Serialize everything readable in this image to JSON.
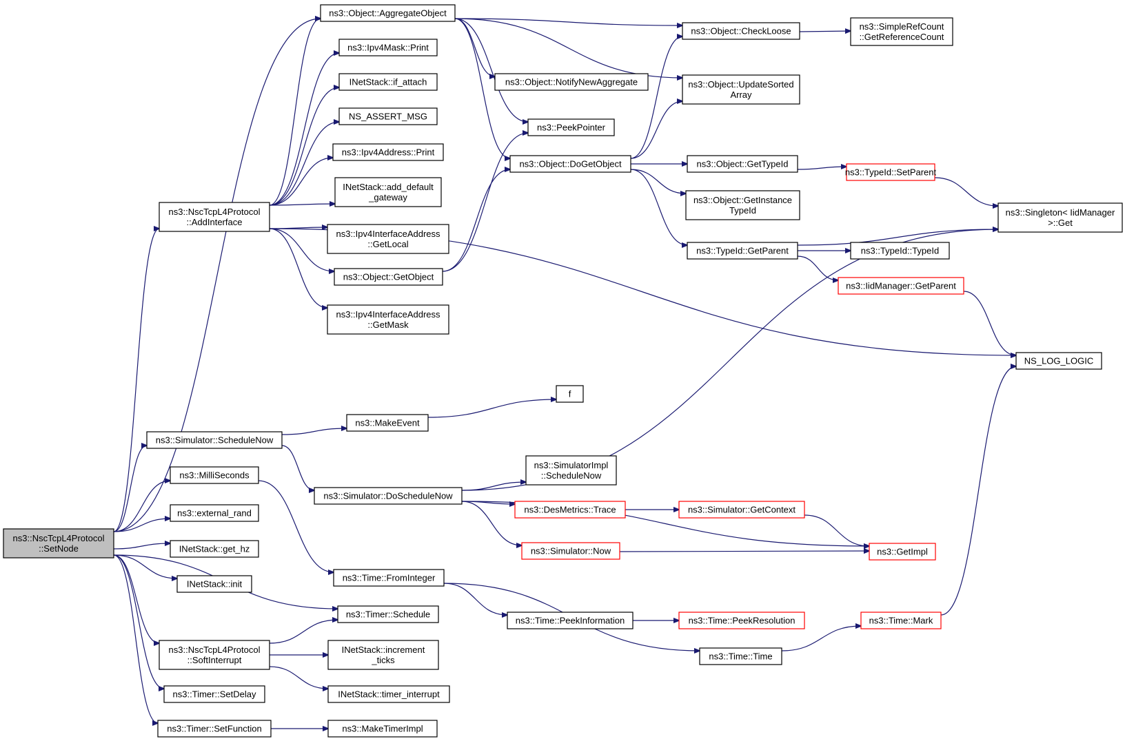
{
  "graph": {
    "root": "ns3::NscTcpL4Protocol\n::SetNode",
    "nodes": [
      {
        "id": "setnode",
        "label": "ns3::NscTcpL4Protocol\n::SetNode",
        "style": "root"
      },
      {
        "id": "aggregate",
        "label": "ns3::Object::AggregateObject"
      },
      {
        "id": "maskprint",
        "label": "ns3::Ipv4Mask::Print"
      },
      {
        "id": "ifattach",
        "label": "INetStack::if_attach"
      },
      {
        "id": "assert",
        "label": "NS_ASSERT_MSG"
      },
      {
        "id": "addrprint",
        "label": "ns3::Ipv4Address::Print"
      },
      {
        "id": "adddefgw",
        "label": "INetStack::add_default\n_gateway"
      },
      {
        "id": "addiface",
        "label": "ns3::NscTcpL4Protocol\n::AddInterface"
      },
      {
        "id": "getlocal",
        "label": "ns3::Ipv4InterfaceAddress\n::GetLocal"
      },
      {
        "id": "getobject",
        "label": "ns3::Object::GetObject"
      },
      {
        "id": "getmask",
        "label": "ns3::Ipv4InterfaceAddress\n::GetMask"
      },
      {
        "id": "notify",
        "label": "ns3::Object::NotifyNewAggregate"
      },
      {
        "id": "peekptr",
        "label": "ns3::PeekPointer"
      },
      {
        "id": "dogetobj",
        "label": "ns3::Object::DoGetObject"
      },
      {
        "id": "checkloose",
        "label": "ns3::Object::CheckLoose"
      },
      {
        "id": "refcount",
        "label": "ns3::SimpleRefCount\n::GetReferenceCount"
      },
      {
        "id": "updsorted",
        "label": "ns3::Object::UpdateSorted\nArray"
      },
      {
        "id": "gettypeid",
        "label": "ns3::Object::GetTypeId"
      },
      {
        "id": "getinsttid",
        "label": "ns3::Object::GetInstance\nTypeId"
      },
      {
        "id": "tidgetparent",
        "label": "ns3::TypeId::GetParent"
      },
      {
        "id": "setparent",
        "label": "ns3::TypeId::SetParent",
        "style": "red"
      },
      {
        "id": "singleton",
        "label": "ns3::Singleton< IidManager\n>::Get"
      },
      {
        "id": "typeidctor",
        "label": "ns3::TypeId::TypeId"
      },
      {
        "id": "iidgetparent",
        "label": "ns3::IidManager::GetParent",
        "style": "red"
      },
      {
        "id": "nslog",
        "label": "NS_LOG_LOGIC"
      },
      {
        "id": "f",
        "label": "f"
      },
      {
        "id": "makeevent",
        "label": "ns3::MakeEvent"
      },
      {
        "id": "schednow",
        "label": "ns3::Simulator::ScheduleNow"
      },
      {
        "id": "millis",
        "label": "ns3::MilliSeconds"
      },
      {
        "id": "doschednow",
        "label": "ns3::Simulator::DoScheduleNow"
      },
      {
        "id": "implsched",
        "label": "ns3::SimulatorImpl\n::ScheduleNow"
      },
      {
        "id": "extrand",
        "label": "ns3::external_rand"
      },
      {
        "id": "destrace",
        "label": "ns3::DesMetrics::Trace",
        "style": "red"
      },
      {
        "id": "getcontext",
        "label": "ns3::Simulator::GetContext",
        "style": "red"
      },
      {
        "id": "gethz",
        "label": "INetStack::get_hz"
      },
      {
        "id": "simnow",
        "label": "ns3::Simulator::Now",
        "style": "red"
      },
      {
        "id": "getimpl",
        "label": "ns3::GetImpl",
        "style": "red"
      },
      {
        "id": "init",
        "label": "INetStack::init"
      },
      {
        "id": "fromint",
        "label": "ns3::Time::FromInteger"
      },
      {
        "id": "timersched",
        "label": "ns3::Timer::Schedule"
      },
      {
        "id": "peekinfo",
        "label": "ns3::Time::PeekInformation"
      },
      {
        "id": "peekres",
        "label": "ns3::Time::PeekResolution",
        "style": "red"
      },
      {
        "id": "timemark",
        "label": "ns3::Time::Mark",
        "style": "red"
      },
      {
        "id": "softint",
        "label": "ns3::NscTcpL4Protocol\n::SoftInterrupt"
      },
      {
        "id": "incticks",
        "label": "INetStack::increment\n_ticks"
      },
      {
        "id": "timetime",
        "label": "ns3::Time::Time"
      },
      {
        "id": "setdelay",
        "label": "ns3::Timer::SetDelay"
      },
      {
        "id": "timerint",
        "label": "INetStack::timer_interrupt"
      },
      {
        "id": "setfunc",
        "label": "ns3::Timer::SetFunction"
      },
      {
        "id": "maketimer",
        "label": "ns3::MakeTimerImpl"
      }
    ],
    "edges": [
      [
        "setnode",
        "aggregate"
      ],
      [
        "setnode",
        "addiface"
      ],
      [
        "setnode",
        "schednow"
      ],
      [
        "setnode",
        "millis"
      ],
      [
        "setnode",
        "extrand"
      ],
      [
        "setnode",
        "gethz"
      ],
      [
        "setnode",
        "init"
      ],
      [
        "setnode",
        "timersched"
      ],
      [
        "setnode",
        "softint"
      ],
      [
        "setnode",
        "setdelay"
      ],
      [
        "setnode",
        "setfunc"
      ],
      [
        "aggregate",
        "checkloose"
      ],
      [
        "aggregate",
        "updsorted"
      ],
      [
        "aggregate",
        "notify"
      ],
      [
        "aggregate",
        "peekptr"
      ],
      [
        "aggregate",
        "dogetobj"
      ],
      [
        "addiface",
        "maskprint"
      ],
      [
        "addiface",
        "ifattach"
      ],
      [
        "addiface",
        "assert"
      ],
      [
        "addiface",
        "addrprint"
      ],
      [
        "addiface",
        "adddefgw"
      ],
      [
        "addiface",
        "getlocal"
      ],
      [
        "addiface",
        "getobject"
      ],
      [
        "addiface",
        "getmask"
      ],
      [
        "addiface",
        "aggregate"
      ],
      [
        "addiface",
        "nslog"
      ],
      [
        "getobject",
        "peekptr"
      ],
      [
        "getobject",
        "dogetobj"
      ],
      [
        "dogetobj",
        "checkloose"
      ],
      [
        "dogetobj",
        "updsorted"
      ],
      [
        "dogetobj",
        "gettypeid"
      ],
      [
        "dogetobj",
        "getinsttid"
      ],
      [
        "dogetobj",
        "tidgetparent"
      ],
      [
        "checkloose",
        "refcount"
      ],
      [
        "gettypeid",
        "setparent"
      ],
      [
        "setparent",
        "singleton"
      ],
      [
        "tidgetparent",
        "singleton"
      ],
      [
        "tidgetparent",
        "typeidctor"
      ],
      [
        "tidgetparent",
        "iidgetparent"
      ],
      [
        "iidgetparent",
        "nslog"
      ],
      [
        "schednow",
        "makeevent"
      ],
      [
        "schednow",
        "doschednow"
      ],
      [
        "makeevent",
        "f"
      ],
      [
        "millis",
        "fromint"
      ],
      [
        "doschednow",
        "singleton"
      ],
      [
        "doschednow",
        "implsched"
      ],
      [
        "doschednow",
        "destrace"
      ],
      [
        "doschednow",
        "simnow"
      ],
      [
        "doschednow",
        "getimpl"
      ],
      [
        "destrace",
        "getcontext"
      ],
      [
        "getcontext",
        "getimpl"
      ],
      [
        "simnow",
        "getimpl"
      ],
      [
        "fromint",
        "peekinfo"
      ],
      [
        "fromint",
        "timetime"
      ],
      [
        "peekinfo",
        "peekres"
      ],
      [
        "timetime",
        "timemark"
      ],
      [
        "timemark",
        "nslog"
      ],
      [
        "softint",
        "timersched"
      ],
      [
        "softint",
        "incticks"
      ],
      [
        "softint",
        "timerint"
      ],
      [
        "setfunc",
        "maketimer"
      ]
    ]
  }
}
